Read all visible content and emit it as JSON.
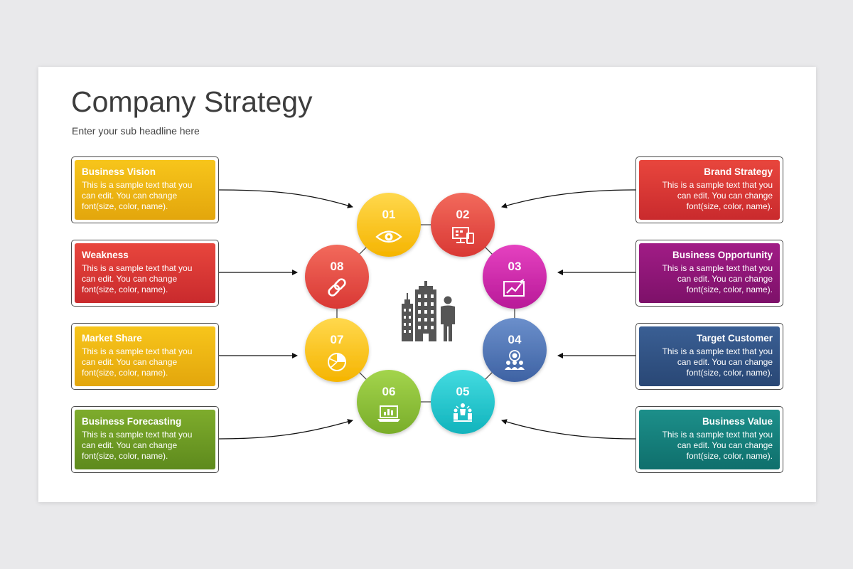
{
  "title": "Company Strategy",
  "subtitle": "Enter your sub headline here",
  "cards": [
    {
      "id": "01",
      "title": "Business Vision",
      "text": "This is a sample text that you can edit. You can change font(size, color, name).",
      "color_top": "#f7c51b",
      "color_bottom": "#e3a60c"
    },
    {
      "id": "02",
      "title": "Brand Strategy",
      "text": "This is a sample text that you can edit. You can change font(size, color, name).",
      "color_top": "#e8463d",
      "color_bottom": "#c92a2d"
    },
    {
      "id": "03",
      "title": "Business Opportunity",
      "text": "This is a sample text that you can edit. You can change font(size, color, name).",
      "color_top": "#a11c86",
      "color_bottom": "#7d1169"
    },
    {
      "id": "04",
      "title": "Target Customer",
      "text": "This is a sample text that you can edit. You can change font(size, color, name).",
      "color_top": "#3a5f94",
      "color_bottom": "#294775"
    },
    {
      "id": "05",
      "title": "Business Value",
      "text": "This is a sample text that you can edit. You can change font(size, color, name).",
      "color_top": "#1c8f8a",
      "color_bottom": "#0f6f6c"
    },
    {
      "id": "06",
      "title": "Business Forecasting",
      "text": "This is a sample text that you can edit. You can change font(size, color, name).",
      "color_top": "#7eac2c",
      "color_bottom": "#5e8a1d"
    },
    {
      "id": "07",
      "title": "Market Share",
      "text": "This is a sample text that you can edit. You can change font(size, color, name).",
      "color_top": "#f7c51b",
      "color_bottom": "#e3a60c"
    },
    {
      "id": "08",
      "title": "Weakness",
      "text": "This is a sample text that you can edit. You can change font(size, color, name).",
      "color_top": "#e8463d",
      "color_bottom": "#c92a2d"
    }
  ],
  "circles": [
    {
      "number": "01",
      "icon": "eye-icon",
      "color_light": "#ffd84d",
      "color_dark": "#f5b400"
    },
    {
      "number": "02",
      "icon": "devices-icon",
      "color_light": "#f26a5c",
      "color_dark": "#d93834"
    },
    {
      "number": "03",
      "icon": "growth-chart-icon",
      "color_light": "#e541c0",
      "color_dark": "#b81a98"
    },
    {
      "number": "04",
      "icon": "target-audience-icon",
      "color_light": "#6b8fcb",
      "color_dark": "#3e62a3"
    },
    {
      "number": "05",
      "icon": "teamwork-icon",
      "color_light": "#43dbe0",
      "color_dark": "#11b3bc"
    },
    {
      "number": "06",
      "icon": "laptop-chart-icon",
      "color_light": "#a3d44c",
      "color_dark": "#79ad2a"
    },
    {
      "number": "07",
      "icon": "pie-chart-icon",
      "color_light": "#ffd84d",
      "color_dark": "#f5b400"
    },
    {
      "number": "08",
      "icon": "chain-link-icon",
      "color_light": "#f26a5c",
      "color_dark": "#d93834"
    }
  ],
  "center_icon": "buildings-businessman-icon"
}
